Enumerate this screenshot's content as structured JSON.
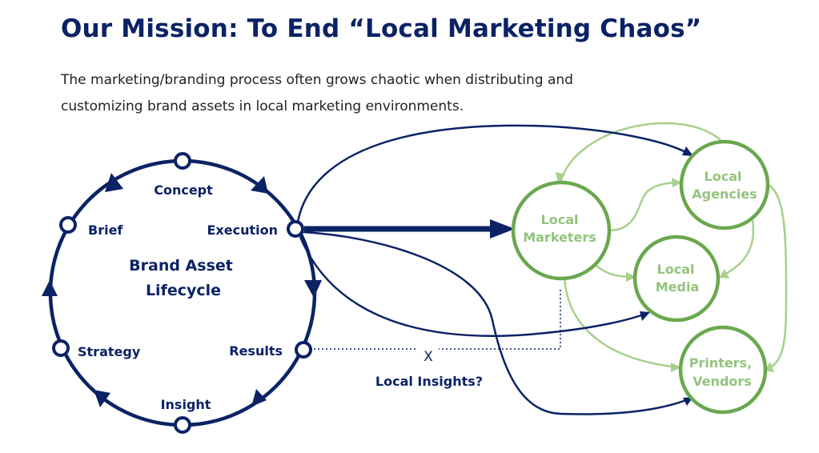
{
  "header": {
    "title": "Our Mission: To End “Local Marketing Chaos”",
    "subtitle_line1": "The marketing/branding process often grows chaotic when distributing and",
    "subtitle_line2": "customizing brand assets in local marketing environments."
  },
  "lifecycle": {
    "center_line1": "Brand Asset",
    "center_line2": "Lifecycle",
    "stages": [
      "Concept",
      "Execution",
      "Results",
      "Insight",
      "Strategy",
      "Brief"
    ]
  },
  "local_nodes": {
    "marketers": [
      "Local",
      "Marketers"
    ],
    "agencies": [
      "Local",
      "Agencies"
    ],
    "media": [
      "Local",
      "Media"
    ],
    "printers": [
      "Printers,",
      "Vendors"
    ]
  },
  "insights": {
    "x_mark": "X",
    "label": "Local Insights?"
  },
  "colors": {
    "navy": "#0b2265",
    "green": "#6aa84f",
    "light_green": "#a8d08d"
  }
}
